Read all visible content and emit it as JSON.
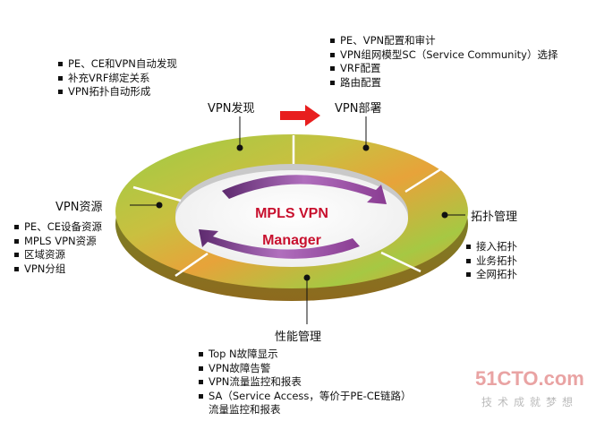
{
  "center": {
    "line1": "MPLS VPN",
    "line2": "Manager"
  },
  "stages": {
    "discovery": {
      "title": "VPN发现",
      "items": [
        "PE、CE和VPN自动发现",
        "补充VRF绑定关系",
        "VPN拓扑自动形成"
      ]
    },
    "deploy": {
      "title": "VPN部署",
      "items": [
        "PE、VPN配置和审计",
        "VPN组网模型SC（Service Community）选择",
        "VRF配置",
        "路由配置"
      ]
    },
    "topology": {
      "title": "拓扑管理",
      "items": [
        "接入拓扑",
        "业务拓扑",
        "全网拓扑"
      ]
    },
    "performance": {
      "title": "性能管理",
      "items": [
        "Top N故障显示",
        "VPN故障告警",
        "VPN流量监控和报表",
        "SA（Service Access，等价于PE-CE链路）"
      ],
      "continuation": "流量监控和报表"
    },
    "resources": {
      "title": "VPN资源",
      "items": [
        "PE、CE设备资源",
        "MPLS VPN资源",
        "区域资源",
        "VPN分组"
      ]
    }
  },
  "watermark": {
    "brand": "51CTO.com",
    "slogan": "技术成就梦想"
  },
  "colors": {
    "ring_green": "#8cc63f",
    "ring_orange": "#f0a030",
    "arrow_red": "#e81e1e",
    "arrow_purple": "#8a3c92",
    "center_red": "#c8102e"
  }
}
